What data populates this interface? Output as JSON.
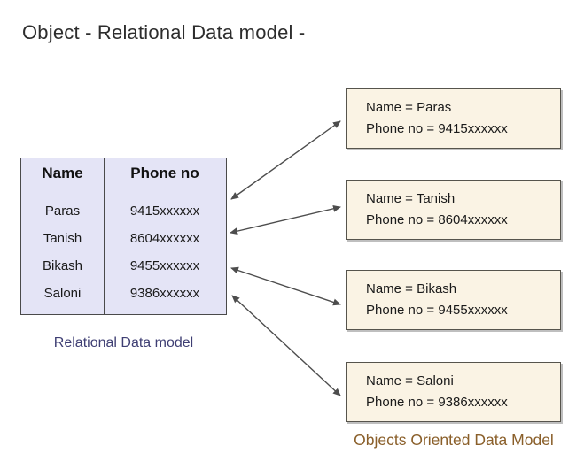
{
  "title": "Object - Relational Data model -",
  "relational": {
    "caption": "Relational Data model",
    "columns": [
      "Name",
      "Phone no"
    ],
    "rows": [
      {
        "name": "Paras",
        "phone": "9415xxxxxx"
      },
      {
        "name": "Tanish",
        "phone": "8604xxxxxx"
      },
      {
        "name": "Bikash",
        "phone": "9455xxxxxx"
      },
      {
        "name": "Saloni",
        "phone": "9386xxxxxx"
      }
    ]
  },
  "objects": {
    "caption": "Objects Oriented Data Model",
    "boxes": [
      {
        "line1": "Name = Paras",
        "line2": "Phone no = 9415xxxxxx"
      },
      {
        "line1": "Name = Tanish",
        "line2": "Phone no = 8604xxxxxx"
      },
      {
        "line1": "Name = Bikash",
        "line2": "Phone no = 9455xxxxxx"
      },
      {
        "line1": "Name = Saloni",
        "line2": "Phone no = 9386xxxxxx"
      }
    ]
  },
  "connections": [
    {
      "from": "row-paras",
      "to": "object-box-paras",
      "style": "double-headed-arrow"
    },
    {
      "from": "row-tanish",
      "to": "object-box-tanish",
      "style": "double-headed-arrow"
    },
    {
      "from": "row-bikash",
      "to": "object-box-bikash",
      "style": "double-headed-arrow"
    },
    {
      "from": "row-saloni",
      "to": "object-box-saloni",
      "style": "double-headed-arrow"
    }
  ],
  "colors": {
    "title_text": "#2d2d2d",
    "table_bg": "#e4e4f6",
    "table_border": "#4a4a4a",
    "box_bg": "#faf3e4",
    "box_border": "#56544c",
    "arrow": "#4d4d4d",
    "relational_caption": "#3e3e73",
    "objects_caption": "#8a5f2a"
  }
}
